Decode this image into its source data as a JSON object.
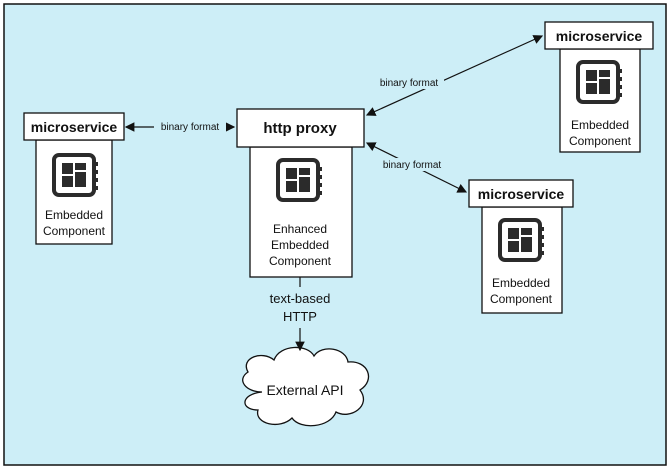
{
  "colors": {
    "background": "#cdeef7",
    "box_fill": "#ffffff",
    "stroke": "#111111",
    "icon_dark": "#2b2b2b",
    "icon_mid": "#6b6b6b"
  },
  "nodes": {
    "left_microservice": {
      "title": "microservice",
      "body_line1": "Embedded",
      "body_line2": "Component",
      "icon": "component-icon"
    },
    "http_proxy": {
      "title": "http proxy",
      "body_line1": "Enhanced",
      "body_line2": "Embedded",
      "body_line3": "Component",
      "icon": "component-icon"
    },
    "top_right_microservice": {
      "title": "microservice",
      "body_line1": "Embedded",
      "body_line2": "Component",
      "icon": "component-icon"
    },
    "mid_right_microservice": {
      "title": "microservice",
      "body_line1": "Embedded",
      "body_line2": "Component",
      "icon": "component-icon"
    },
    "external_api": {
      "label": "External API",
      "shape": "cloud"
    }
  },
  "edges": {
    "left_to_proxy": {
      "label": "binary format",
      "arrows": "both"
    },
    "proxy_to_top_right": {
      "label": "binary format",
      "arrows": "both"
    },
    "proxy_to_mid_right": {
      "label": "binary format",
      "arrows": "both"
    },
    "proxy_to_external": {
      "label_line1": "text-based",
      "label_line2": "HTTP",
      "arrows": "end"
    }
  }
}
